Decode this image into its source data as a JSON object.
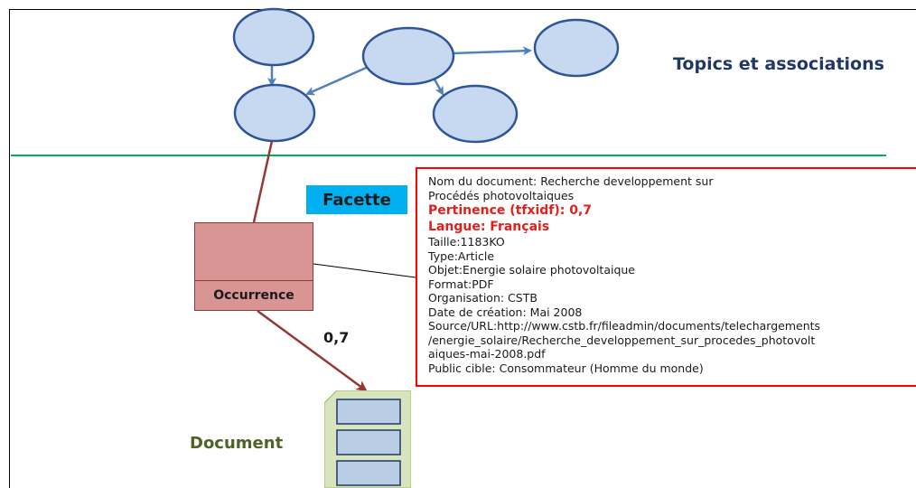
{
  "header": {
    "title": "Topics et associations"
  },
  "facette": {
    "label": "Facette"
  },
  "occurrence": {
    "label": "Occurrence"
  },
  "edge_weight": {
    "label": "0,7"
  },
  "document": {
    "label": "Document"
  },
  "info": {
    "lines": [
      "Nom du document: Recherche developpement sur",
      "Procédés photovoltaiques",
      "Pertinence (tfxidf): 0,7",
      "Langue: Français",
      "Taille:1183KO",
      "Type:Article",
      "Objet:Energie solaire photovoltaique",
      "Format:PDF",
      "Organisation: CSTB",
      "Date de création: Mai 2008",
      "Source/URL:http://www.cstb.fr/fileadmin/documents/telechargements",
      "/energie_solaire/Recherche_developpement_sur_procedes_photovolt",
      "aiques-mai-2008.pdf",
      "Public cible: Consommateur (Homme du monde)"
    ]
  },
  "colors": {
    "topic_fill": "#c6d9f1",
    "topic_stroke": "#2e5597",
    "arrow": "#4f81bd",
    "separator": "#00b050",
    "occurrence_link": "#953735",
    "highlight_text": "#e0201b",
    "info_border": "#ff0000",
    "facette_bg": "#00b0f0",
    "document_icon": "#d7e4bd",
    "document_slot": "#b9cde5"
  }
}
